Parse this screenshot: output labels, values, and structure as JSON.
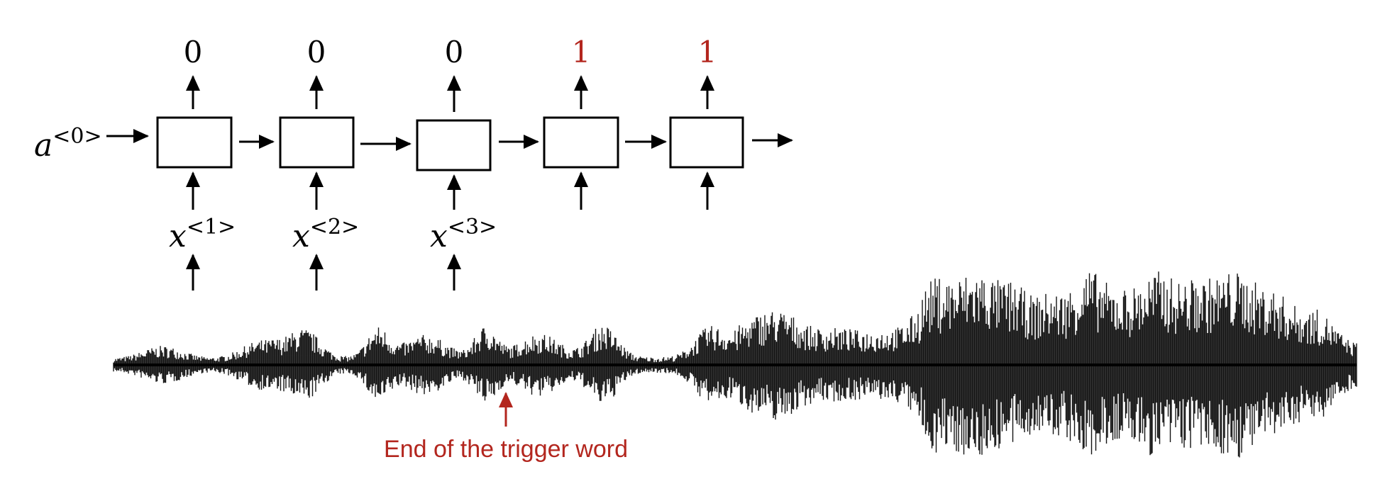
{
  "colors": {
    "ink": "#000000",
    "accent": "#b3261e"
  },
  "diagram": {
    "initial_state": {
      "base": "a",
      "superscript": "<0>"
    },
    "cells": [
      {
        "output": "0",
        "output_highlight": false,
        "input_base": "x",
        "input_superscript": "<1>"
      },
      {
        "output": "0",
        "output_highlight": false,
        "input_base": "x",
        "input_superscript": "<2>"
      },
      {
        "output": "0",
        "output_highlight": false,
        "input_base": "x",
        "input_superscript": "<3>"
      },
      {
        "output": "1",
        "output_highlight": true,
        "input_base": "",
        "input_superscript": ""
      },
      {
        "output": "1",
        "output_highlight": true,
        "input_base": "",
        "input_superscript": ""
      }
    ]
  },
  "audio": {
    "annotation": "End of the trigger word"
  }
}
